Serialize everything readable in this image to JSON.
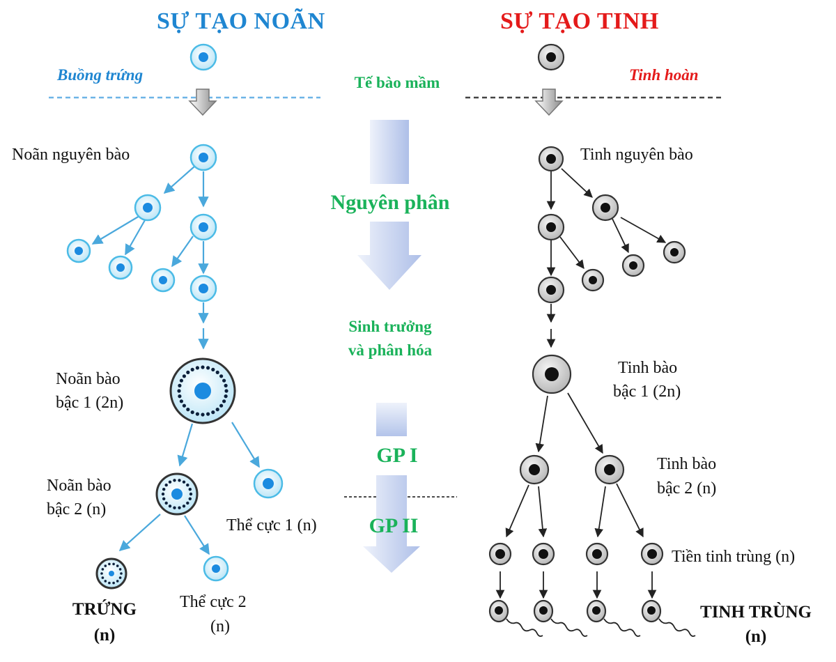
{
  "colors": {
    "oogenesis_title": "#1f86d1",
    "spermatogenesis_title": "#e41a1a",
    "stage_text": "#1ab25a",
    "egg_cell_fill": "#cfeefb",
    "egg_cell_border": "#4bbbe6",
    "egg_nucleus": "#1c8be0",
    "sperm_cell_fill": "#d9d9d9",
    "sperm_nucleus": "#111111",
    "band_arrow": "#b8c9ee"
  },
  "oogenesis": {
    "title": "SỰ TẠO NOÃN",
    "place": "Buồng trứng",
    "oogonium": "Noãn nguyên bào",
    "primary_oocyte_line1": "Noãn bào",
    "primary_oocyte_line2": "bậc 1 (2n)",
    "secondary_oocyte_line1": "Noãn bào",
    "secondary_oocyte_line2": "bậc 2 (n)",
    "polar_body_1": "Thể cực 1 (n)",
    "polar_body_2_line1": "Thể cực 2",
    "polar_body_2_line2": "(n)",
    "egg_line1": "TRỨNG",
    "egg_line2": "(n)"
  },
  "spermatogenesis": {
    "title": "SỰ TẠO TINH",
    "place": "Tinh hoàn",
    "spermatogonium": "Tinh nguyên bào",
    "primary_spermatocyte_line1": "Tinh bào",
    "primary_spermatocyte_line2": "bậc 1 (2n)",
    "secondary_spermatocyte_line1": "Tinh bào",
    "secondary_spermatocyte_line2": "bậc 2 (n)",
    "spermatid": "Tiền tinh trùng (n)",
    "sperm_line1": "TINH TRÙNG",
    "sperm_line2": "(n)"
  },
  "stages": {
    "germ_cell": "Tế bào mầm",
    "mitosis": "Nguyên phân",
    "growth_line1": "Sinh trưởng",
    "growth_line2": "và phân hóa",
    "meiosis_1": "GP I",
    "meiosis_2": "GP II"
  }
}
